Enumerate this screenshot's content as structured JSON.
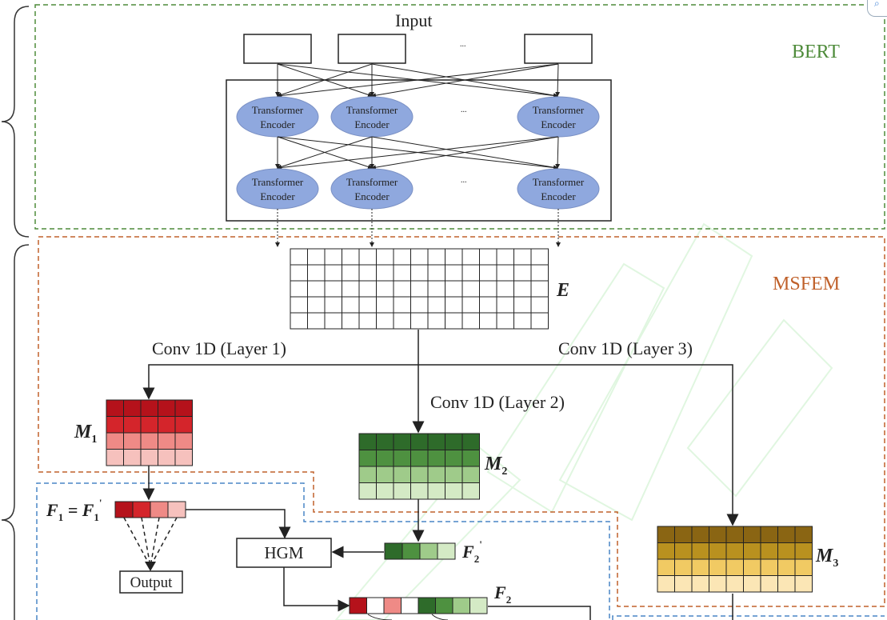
{
  "input_label": "Input",
  "ellipsis": "...",
  "bert_label": "BERT",
  "msfem_label": "MSFEM",
  "encoder_line1": "Transformer",
  "encoder_line2": "Encoder",
  "embedding_label": "E",
  "conv_layer1": "Conv 1D (Layer 1)",
  "conv_layer2": "Conv 1D (Layer 2)",
  "conv_layer3": "Conv 1D (Layer 3)",
  "m1_label": "M",
  "m1_sub": "1",
  "m2_label": "M",
  "m2_sub": "2",
  "m3_label": "M",
  "m3_sub": "3",
  "f1_eq_label": "F",
  "f1_sub": "1",
  "f1_equals": " = F",
  "f1_prime_sub": "1",
  "f1_prime_mark": "'",
  "hgm_label": "HGM",
  "f2_prime_label": "F",
  "f2_prime_sub": "2",
  "f2_prime_mark": "'",
  "f2_label": "F",
  "f2_sub": "2",
  "output_label": "Output",
  "colors": {
    "bert_border": "#4e8b3a",
    "msfem_border": "#c0612b",
    "blue_border": "#4a86c5",
    "encoder_fill": "#8fa8de",
    "red": [
      "#b5121b",
      "#d4252b",
      "#ef8a86",
      "#f6c1bd"
    ],
    "green": [
      "#2e6b2a",
      "#4e9140",
      "#9fcb8a",
      "#d4eac5"
    ],
    "gold": [
      "#8a6513",
      "#b9911f",
      "#f1ca63",
      "#fbe6b5"
    ],
    "watermark": "#c8f0c8"
  }
}
